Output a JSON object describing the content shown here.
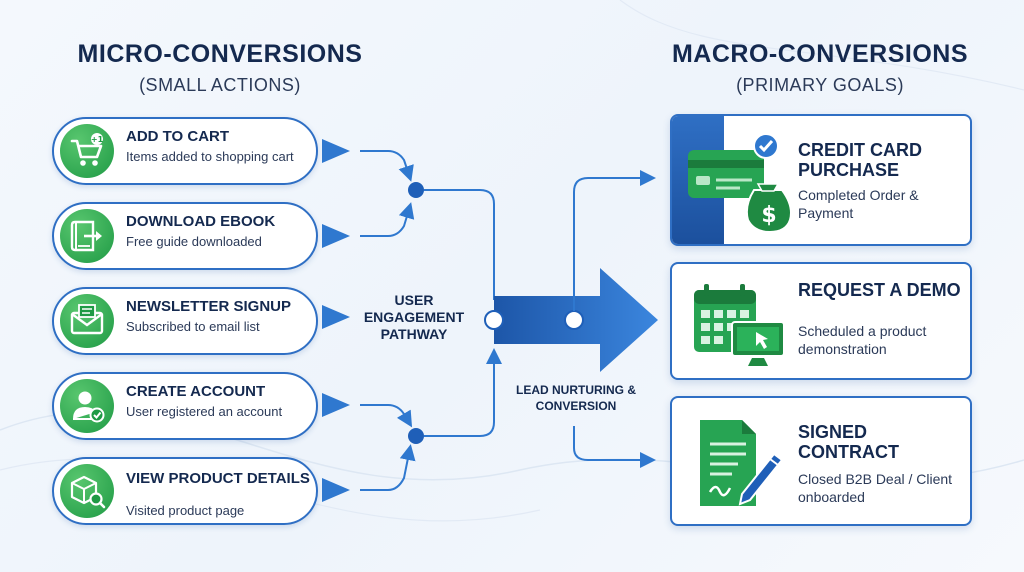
{
  "micro": {
    "title": "MICRO-CONVERSIONS",
    "subtitle": "(SMALL ACTIONS)"
  },
  "macro": {
    "title": "MACRO-CONVERSIONS",
    "subtitle": "(PRIMARY GOALS)"
  },
  "micro_items": [
    {
      "title": "ADD TO CART",
      "desc": "Items added to shopping cart",
      "icon": "cart-icon"
    },
    {
      "title": "DOWNLOAD EBOOK",
      "desc": "Free guide downloaded",
      "icon": "ebook-icon"
    },
    {
      "title": "NEWSLETTER SIGNUP",
      "desc": "Subscribed to email list",
      "icon": "envelope-icon"
    },
    {
      "title": "CREATE ACCOUNT",
      "desc": "User registered an account",
      "icon": "user-check-icon"
    },
    {
      "title": "VIEW PRODUCT DETAILS",
      "desc": "Visited product page",
      "icon": "box-search-icon"
    }
  ],
  "pathway_label": "USER ENGAGEMENT PATHWAY",
  "nurturing_label": "LEAD NURTURING & CONVERSION",
  "macro_items": [
    {
      "title": "CREDIT CARD PURCHASE",
      "desc": "Completed Order & Payment",
      "icon": "credit-card-icon"
    },
    {
      "title": "REQUEST A DEMO",
      "desc": "Scheduled a product demonstration",
      "icon": "calendar-monitor-icon"
    },
    {
      "title": "SIGNED CONTRACT",
      "desc": "Closed B2B Deal / Client onboarded",
      "icon": "contract-pen-icon"
    }
  ],
  "colors": {
    "primary": "#2f6fc4",
    "accent_green": "#1f9a45",
    "text_dark": "#14294f"
  }
}
